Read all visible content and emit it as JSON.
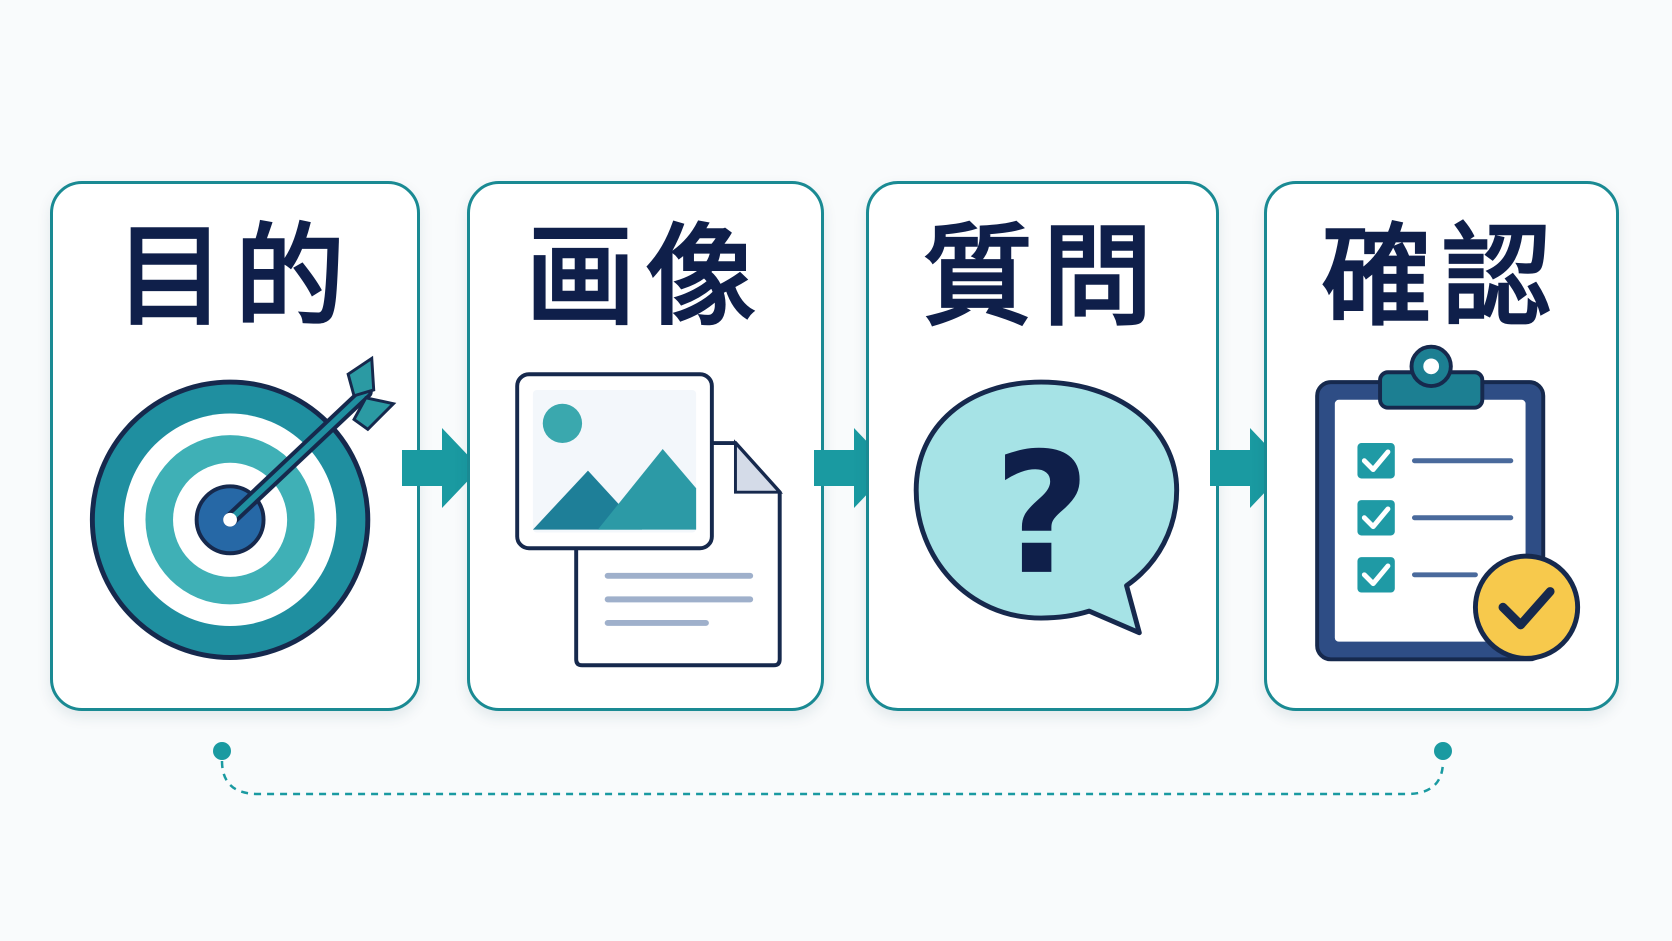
{
  "steps": [
    {
      "title": "目的",
      "icon": "target-arrow-icon"
    },
    {
      "title": "画像",
      "icon": "image-document-icon"
    },
    {
      "title": "質問",
      "icon": "question-bubble-icon"
    },
    {
      "title": "確認",
      "icon": "checklist-clipboard-icon"
    }
  ],
  "colors": {
    "accent_teal": "#1a8a93",
    "title_navy": "#0f1f4a",
    "light_cyan": "#a6e3e6",
    "check_yellow": "#f7c94c",
    "clipboard_navy": "#2e4d85"
  },
  "flow": {
    "arrow_icon": "right-arrow-icon",
    "loop": "dashed-return-line"
  }
}
